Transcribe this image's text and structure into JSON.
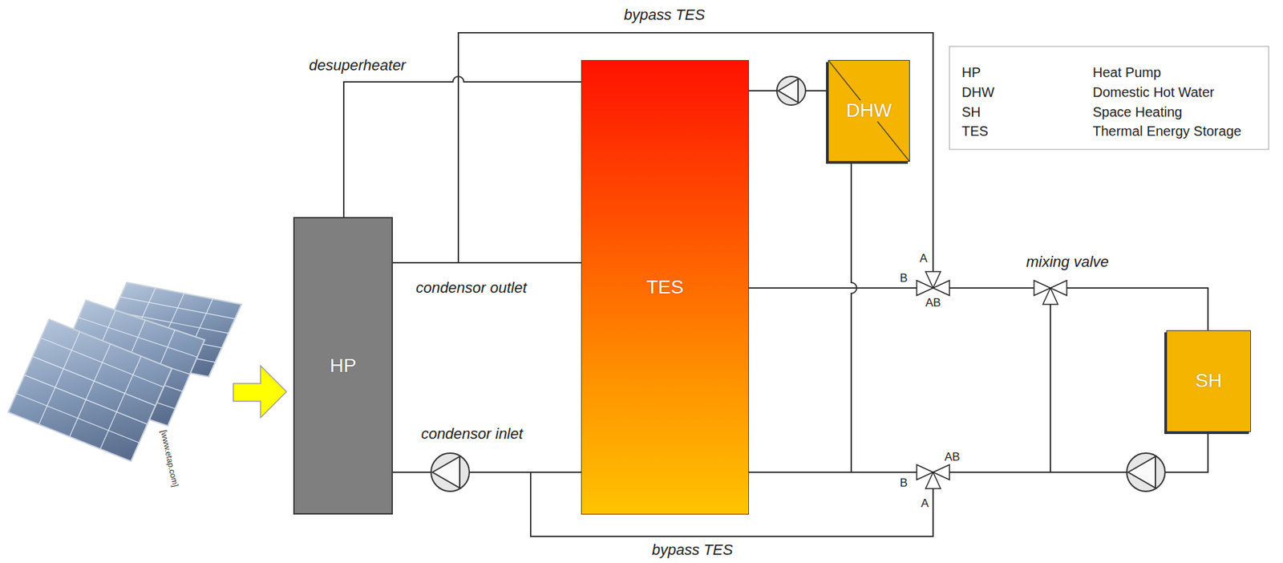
{
  "diagram": {
    "nodes": [
      {
        "text": [
          "HP"
        ]
      },
      {
        "text": [
          "TES"
        ]
      },
      {
        "text": [
          "DHW"
        ]
      },
      {
        "text": [
          "SH"
        ]
      }
    ],
    "edges": [
      {
        "from": 0,
        "to": 1,
        "arrow": "none",
        "label": "desuperheater"
      },
      {
        "from": 0,
        "to": 1,
        "arrow": "none",
        "label": "condensor outlet"
      },
      {
        "from": 1,
        "to": 0,
        "arrow": "none",
        "label": "condensor inlet"
      },
      {
        "from": 1,
        "to": 2,
        "arrow": "none"
      },
      {
        "from": 2,
        "to": 1,
        "arrow": "none"
      },
      {
        "from": 0,
        "to": 3,
        "arrow": "none",
        "label": "bypass TES"
      },
      {
        "from": 1,
        "to": 3,
        "arrow": "none"
      },
      {
        "from": 3,
        "to": 1,
        "arrow": "none"
      },
      {
        "from": 3,
        "to": 0,
        "arrow": "none",
        "label": "bypass TES"
      }
    ],
    "labels": [
      "mixing valve",
      "A",
      "B",
      "AB",
      "AB",
      "B",
      "A",
      "HP",
      "Heat Pump",
      "DHW",
      "Domestic Hot Water",
      "SH",
      "Space Heating",
      "TES",
      "Thermal Energy Storage",
      "[www.etap.com]"
    ]
  }
}
